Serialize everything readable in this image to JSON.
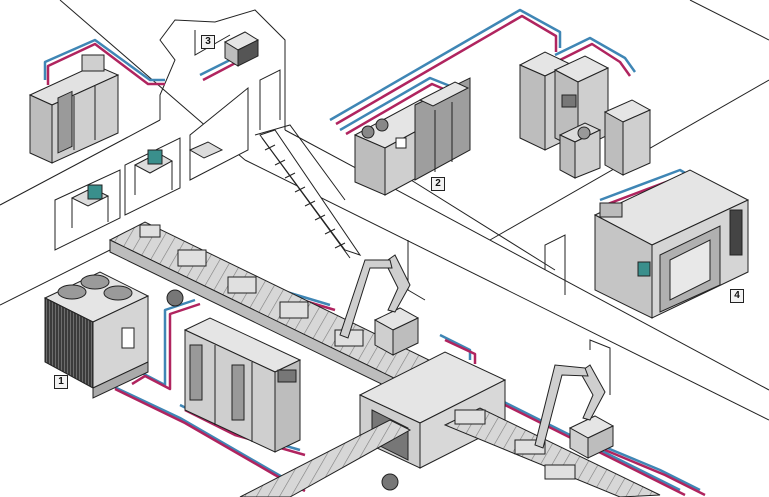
{
  "callouts": {
    "one": "1",
    "two": "2",
    "three": "3",
    "four": "4"
  },
  "colors": {
    "cable_magenta": "#b0245f",
    "cable_blue": "#3f86b5",
    "machine_fill": "#cfcfcf",
    "machine_dark": "#8a8a8a",
    "floor_line": "#222222",
    "accent_teal": "#3a8f8c"
  }
}
